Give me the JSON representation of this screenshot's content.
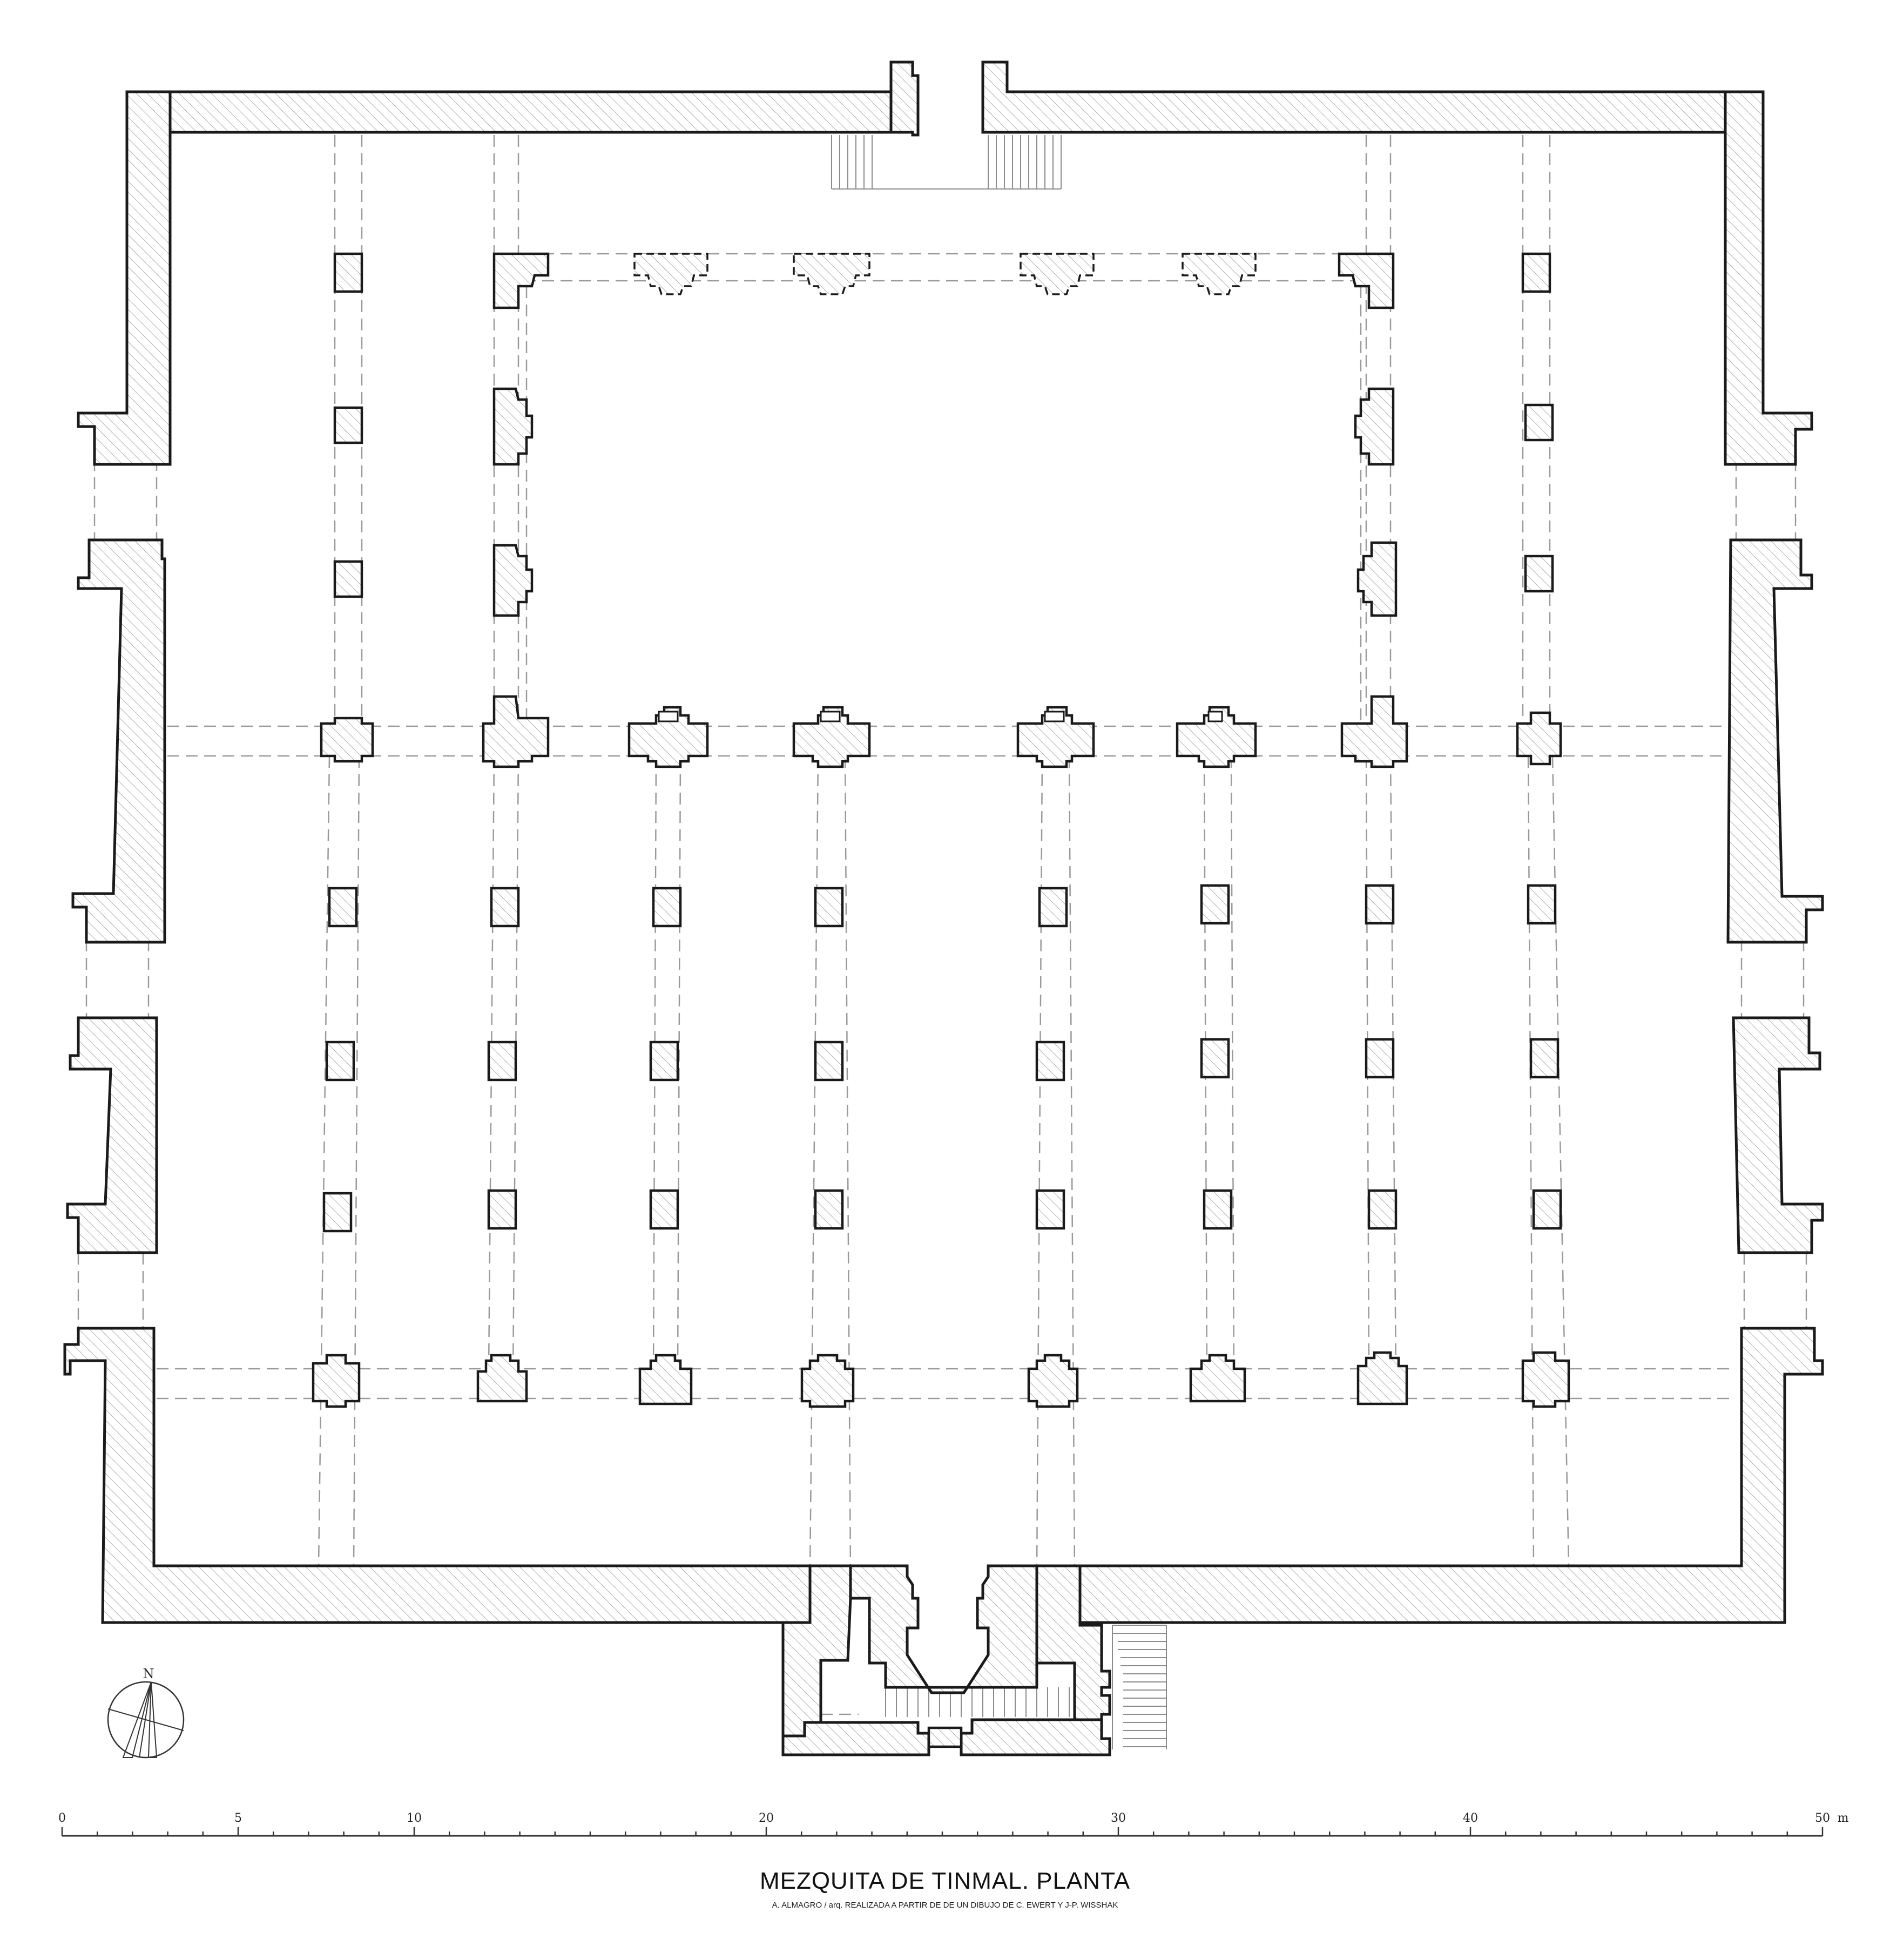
{
  "plan": {
    "title": "MEZQUITA DE TINMAL. PLANTA",
    "credit": "A. ALMAGRO / arq. REALIZADA  A PARTIR DE DE UN DIBUJO DE C. EWERT Y J-P. WISSHAK"
  },
  "north_arrow": {
    "label": "N"
  },
  "scale_bar": {
    "max_m": 50,
    "unit": "m",
    "labels": [
      {
        "m": 0,
        "text": "0"
      },
      {
        "m": 5,
        "text": "5"
      },
      {
        "m": 10,
        "text": "10"
      },
      {
        "m": 20,
        "text": "20"
      },
      {
        "m": 30,
        "text": "30"
      },
      {
        "m": 40,
        "text": "40"
      },
      {
        "m": 50,
        "text": "50"
      }
    ]
  }
}
